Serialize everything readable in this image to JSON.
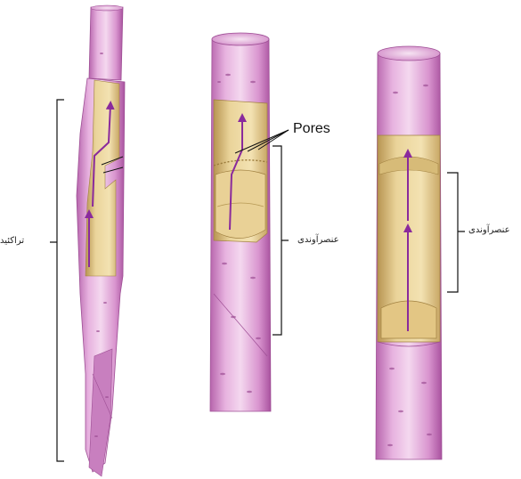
{
  "labels": {
    "pores": "Pores",
    "tracheid": "تراکئید",
    "vessel_element_left": "عنصرآوندی",
    "vessel_element_right": "عنصرآوندی"
  },
  "colors": {
    "cell_wall_pink": "#d98fd0",
    "cell_wall_light": "#f3d4ee",
    "lumen_tan": "#e6cf97",
    "lumen_shadow": "#b79a55",
    "arrow_purple": "#8a2a9c",
    "bracket_black": "#111111"
  }
}
